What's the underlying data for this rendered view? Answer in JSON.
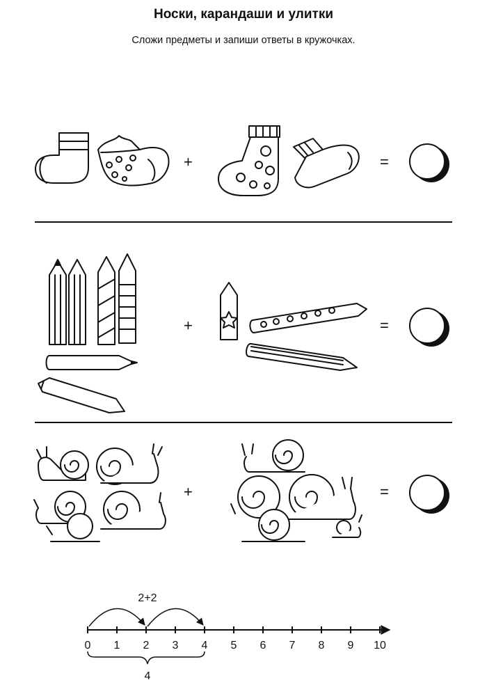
{
  "title": "Носки, карандаши и улитки",
  "instruction": "Сложи предметы и запиши ответы в кружочках.",
  "rows": [
    {
      "name": "socks",
      "plus": "+",
      "equals": "=",
      "answer": ""
    },
    {
      "name": "pencils",
      "plus": "+",
      "equals": "=",
      "answer": ""
    },
    {
      "name": "snails",
      "plus": "+",
      "equals": "=",
      "answer": ""
    }
  ],
  "number_line": {
    "ticks": [
      "0",
      "1",
      "2",
      "3",
      "4",
      "5",
      "6",
      "7",
      "8",
      "9",
      "10"
    ],
    "arc_label": "2+2",
    "bracket_label": "4"
  }
}
